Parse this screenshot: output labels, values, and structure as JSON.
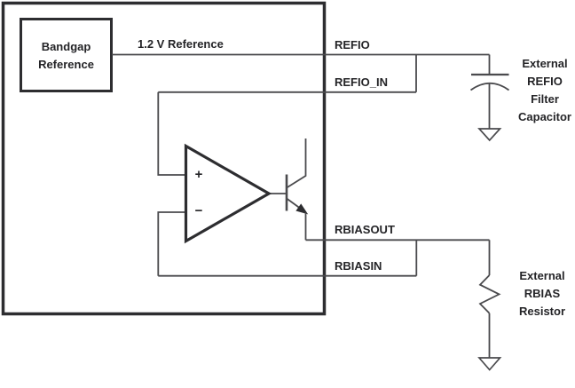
{
  "schematic": {
    "bandgap": {
      "line1": "Bandgap",
      "line2": "Reference"
    },
    "nets": {
      "reference_label": "1.2 V Reference",
      "refio": "REFIO",
      "refio_in": "REFIO_IN",
      "rbiasout": "RBIASOUT",
      "rbiasin": "RBIASIN"
    },
    "opamp": {
      "plus": "+",
      "minus": "−"
    },
    "external_capacitor": [
      "External",
      "REFIO",
      "Filter",
      "Capacitor"
    ],
    "external_resistor": [
      "External",
      "RBIAS",
      "Resistor"
    ],
    "colors": {
      "outline": "#2d2d30",
      "wire": "#4a4a4d",
      "text": "#242427",
      "background": "#ffffff"
    }
  }
}
